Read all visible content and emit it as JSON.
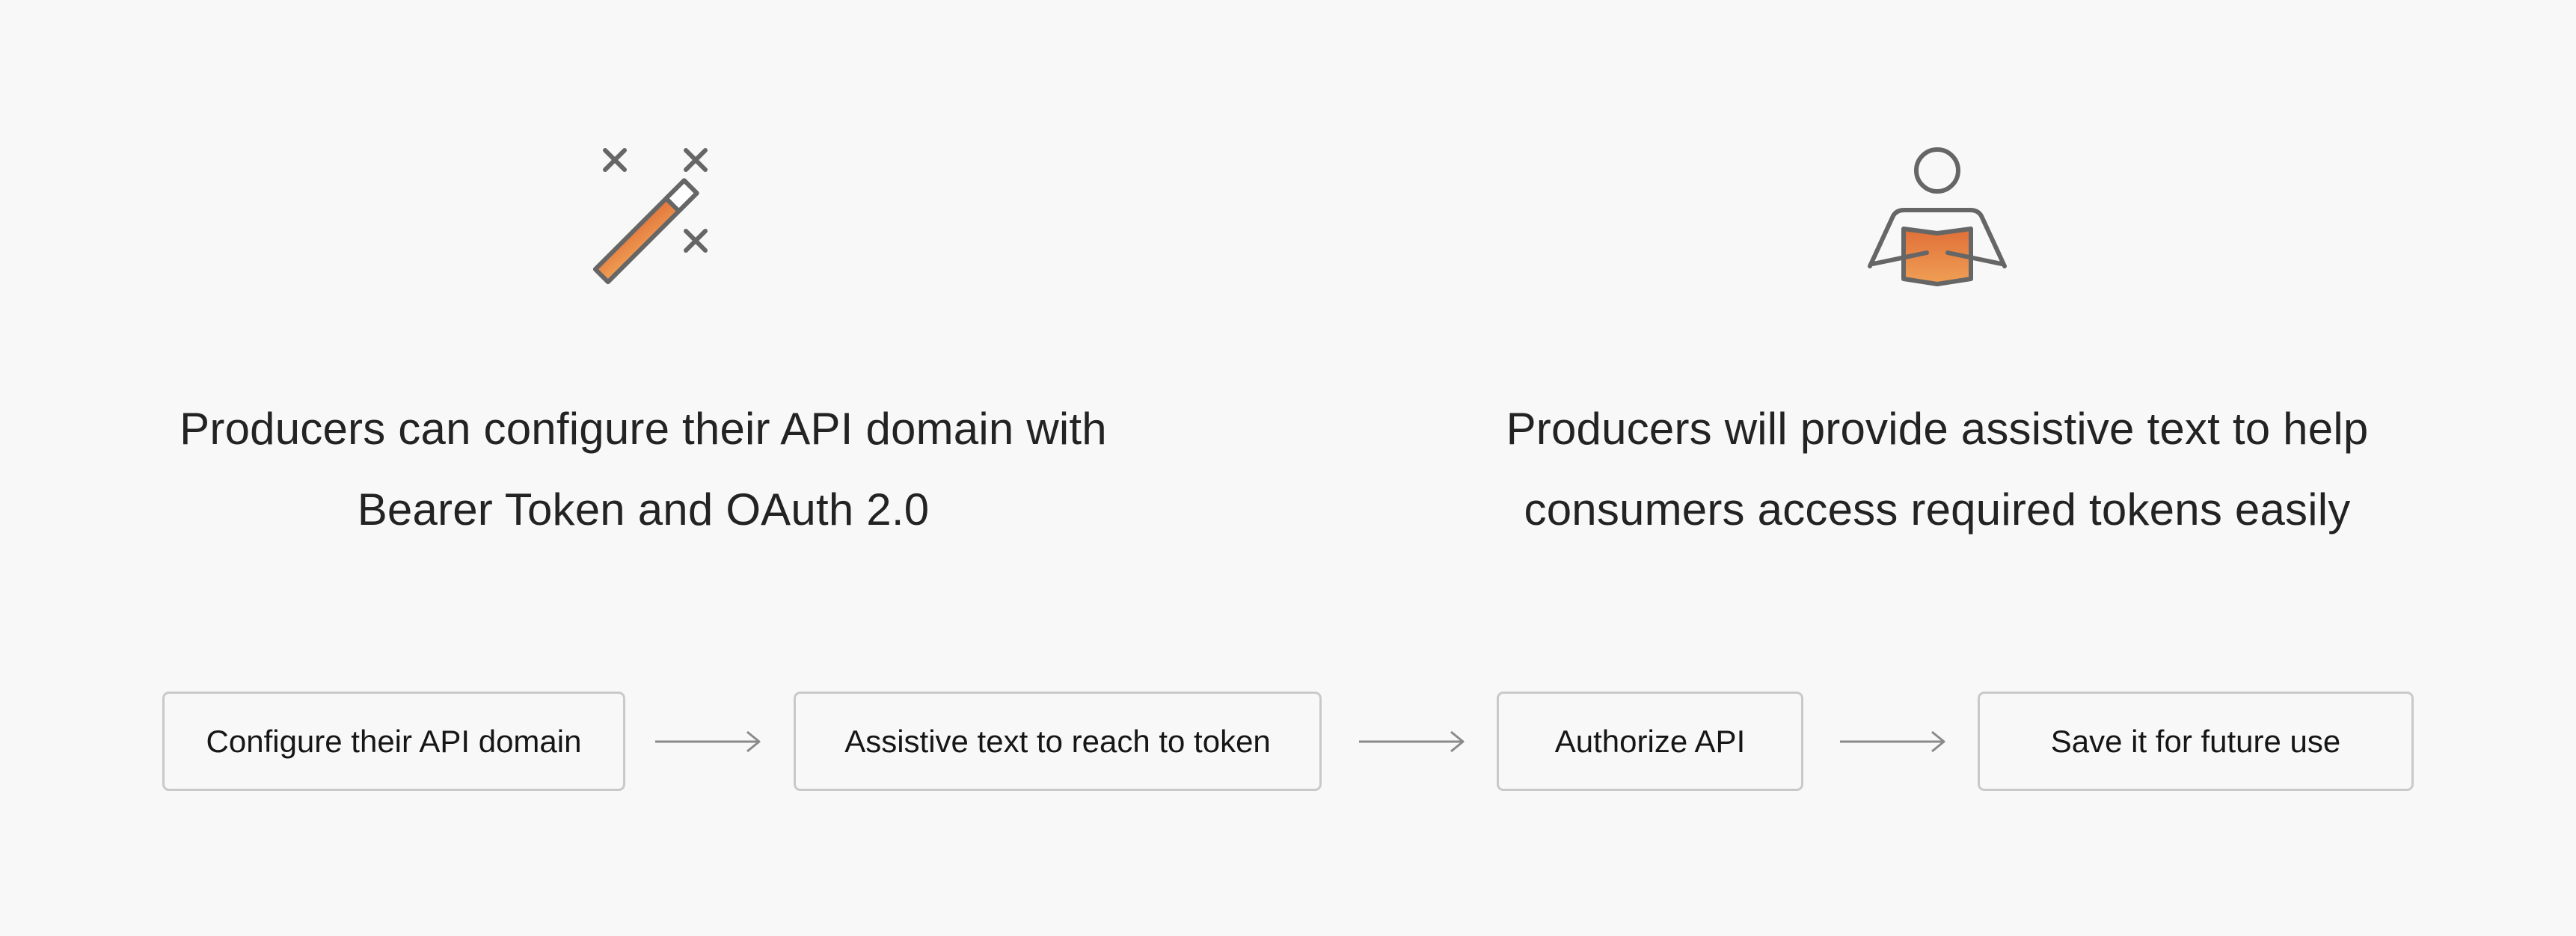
{
  "features": [
    {
      "icon": "magic-wand-icon",
      "lines": [
        "Producers can configure their API domain with",
        "Bearer Token and OAuth 2.0"
      ]
    },
    {
      "icon": "person-reading-book-icon",
      "lines": [
        "Producers will provide assistive text to help",
        "consumers access required tokens easily"
      ]
    }
  ],
  "flow": {
    "steps": [
      "Configure their API domain",
      "Assistive text to reach to token",
      "Authorize API",
      "Save it for future use"
    ],
    "connector": "arrow-right-icon"
  },
  "colors": {
    "background": "#f8f8f8",
    "icon_stroke": "#666666",
    "accent_orange_light": "#f0a055",
    "accent_orange_dark": "#e06f38",
    "box_border": "#c9c9c9",
    "arrow": "#8a8a8a",
    "text": "#232323"
  }
}
